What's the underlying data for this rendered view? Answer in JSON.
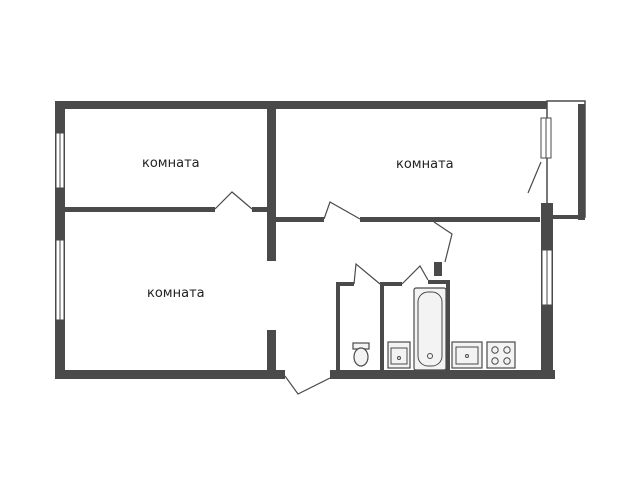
{
  "rooms": {
    "top_left": {
      "label": "комната"
    },
    "top_right": {
      "label": "комната"
    },
    "bottom_left": {
      "label": "комната"
    }
  },
  "fixtures": {
    "toilet": "toilet-icon",
    "sink": "sink-icon",
    "bathtub": "bathtub-icon",
    "kitchen_sink": "kitchen-sink-icon",
    "stove": "stove-icon"
  },
  "colors": {
    "wall": "#4a4a4a",
    "background": "#ffffff"
  }
}
